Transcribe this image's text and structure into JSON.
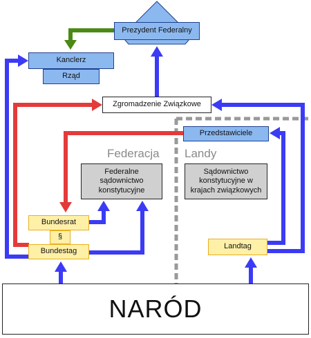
{
  "president": "Prezydent Federalny",
  "chancellor": "Kanclerz",
  "government": "Rząd",
  "assembly": "Zgromadzenie Związkowe",
  "representatives": "Przedstawiciele",
  "federation_label": "Federacja",
  "states_label": "Landy",
  "federal_court": "Federalne sądownictwo konstytucyjne",
  "state_court": "Sądownictwo konstytucyjne w krajach związkowych",
  "bundesrat": "Bundesrat",
  "paragraph": "§",
  "bundestag": "Bundestag",
  "landtag": "Landtag",
  "nation": "NARÓD",
  "colors": {
    "blue_arrow": "#3b3bf5",
    "red_arrow": "#e43a3a",
    "green_arrow": "#4a8a14",
    "box_blue": "#8cb8f0",
    "box_yellow": "#fff0a8",
    "box_gray": "#d0d0d0",
    "divider": "#999999"
  }
}
